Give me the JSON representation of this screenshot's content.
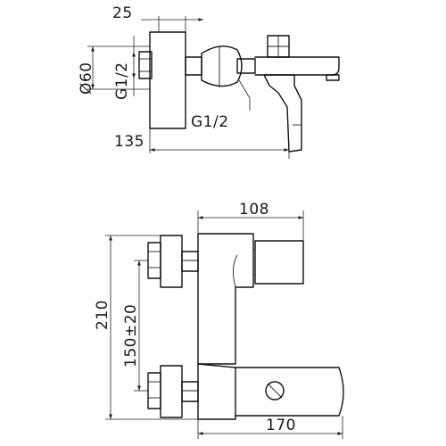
{
  "diagram": {
    "top_view": {
      "dim_top_width": "25",
      "dim_body_diameter": "Ø60",
      "dim_thread_left": "G1/2",
      "dim_thread_outlet": "G1/2",
      "dim_total_depth": "135"
    },
    "front_view": {
      "dim_body_width": "108",
      "dim_total_height": "210",
      "dim_inlet_spacing": "150±20",
      "dim_total_width": "170"
    },
    "colors": {
      "line": "#111111",
      "background": "#ffffff"
    }
  }
}
